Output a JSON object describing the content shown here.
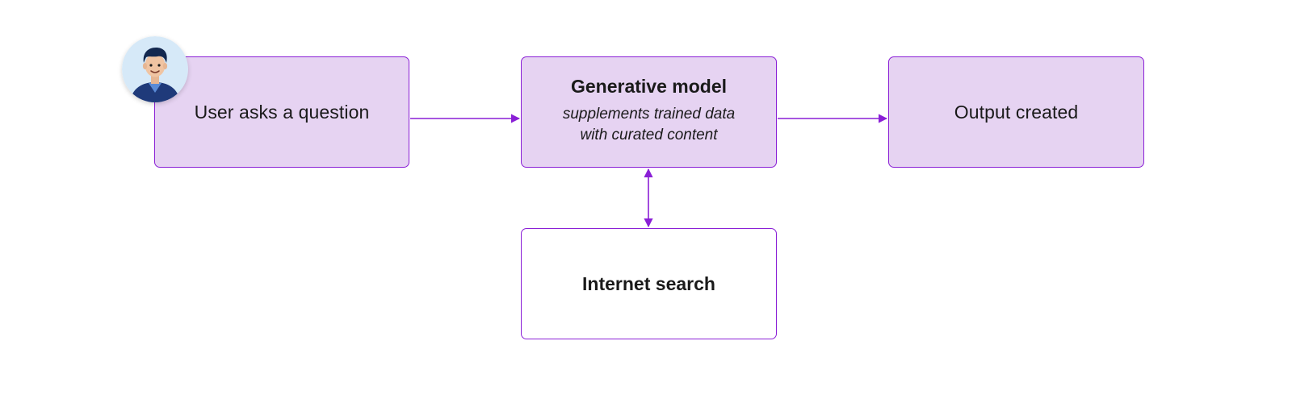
{
  "nodes": {
    "user": {
      "label": "User asks a question"
    },
    "model": {
      "title": "Generative model",
      "subtitle": "supplements trained data with curated content"
    },
    "output": {
      "label": "Output created"
    },
    "search": {
      "label": "Internet search"
    }
  },
  "edges": [
    {
      "from": "user",
      "to": "model",
      "direction": "forward"
    },
    {
      "from": "model",
      "to": "output",
      "direction": "forward"
    },
    {
      "from": "model",
      "to": "search",
      "direction": "bidirectional"
    }
  ],
  "colors": {
    "accent": "#8a1fd6",
    "node_fill": "#e6d3f2",
    "node_outline_fill": "#ffffff",
    "avatar_bg": "#d6e9f8"
  },
  "icons": {
    "avatar": "user-avatar-icon"
  }
}
